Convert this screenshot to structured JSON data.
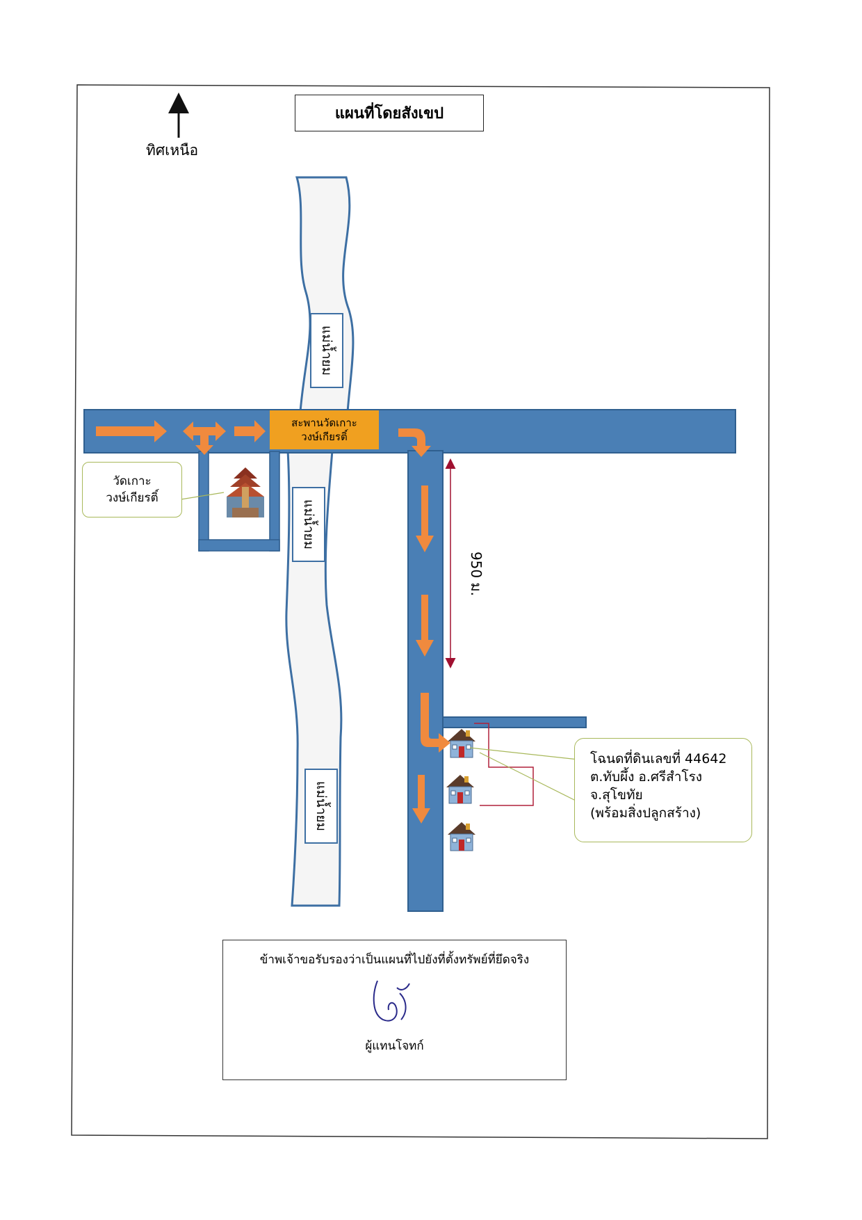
{
  "map": {
    "title": "แผนที่โดยสังเขป",
    "north_label": "ทิศเหนือ",
    "river_label": "แม่น้ำยม",
    "bridge_label_line1": "สะพานวัดเกาะ",
    "bridge_label_line2": "วงษ์เกียรติ์",
    "temple_label_line1": "วัดเกาะ",
    "temple_label_line2": "วงษ์เกียรติ์",
    "distance_label": "950 ม.",
    "plot_lines": [
      "โฉนดที่ดินเลขที่ 44642",
      "ต.ทับผึ้ง อ.ศรีสำโรง",
      "จ.สุโขทัย",
      "(พร้อมสิ่งปลูกสร้าง)"
    ],
    "icons": [
      "north-arrow-icon",
      "temple-icon",
      "house-icon"
    ],
    "colors": {
      "road": "#4a7fb5",
      "road_border": "#2f5f8f",
      "river": "#f5f5f5",
      "route_arrow": "#f08a3e",
      "bridge": "#f0a020",
      "callout_border": "#a8b85a",
      "plot_outline": "#b0203a"
    }
  },
  "certification": {
    "statement": "ข้าพเจ้าขอรับรองว่าเป็นแผนที่ไปยังที่ตั้งทรัพย์ที่ยึดจริง",
    "role": "ผู้แทนโจทก์"
  }
}
